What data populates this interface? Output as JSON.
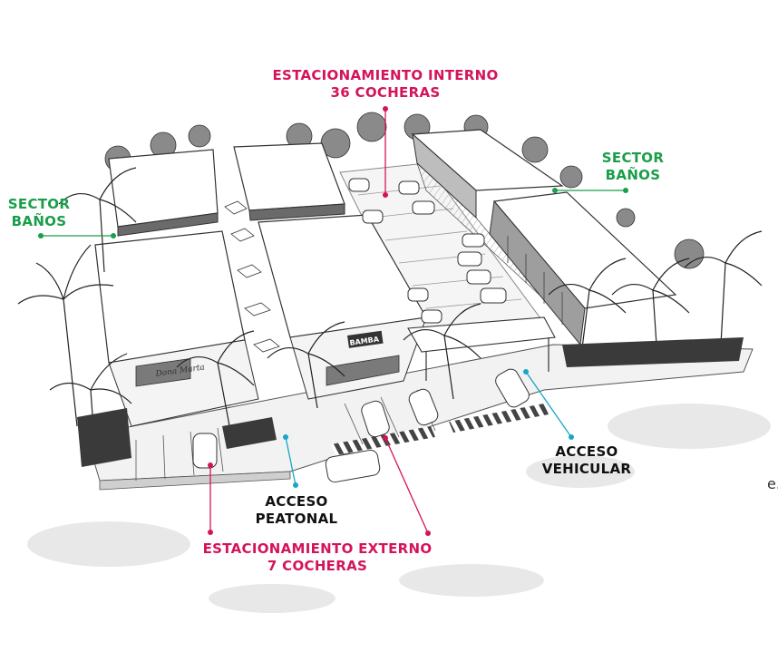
{
  "colors": {
    "pink": "#d4145a",
    "green": "#1a9e4a",
    "cyan": "#17a6c9",
    "black": "#111111"
  },
  "labels": {
    "parking_internal": {
      "line1": "ESTACIONAMIENTO INTERNO",
      "line2": "36 COCHERAS"
    },
    "baths_right": {
      "line1": "SECTOR",
      "line2": "BAÑOS"
    },
    "baths_left": {
      "line1": "SECTOR",
      "line2": "BAÑOS"
    },
    "vehicle_access": {
      "line1": "ACCESO",
      "line2": "VEHICULAR"
    },
    "pedestrian_access": {
      "line1": "ACCESO",
      "line2": "PEATONAL"
    },
    "parking_external": {
      "line1": "ESTACIONAMIENTO EXTERNO",
      "line2": "7 COCHERAS"
    }
  },
  "signs": {
    "left_building": "Dona Marta",
    "center_building": "BAMBA"
  },
  "stray_text": "e."
}
